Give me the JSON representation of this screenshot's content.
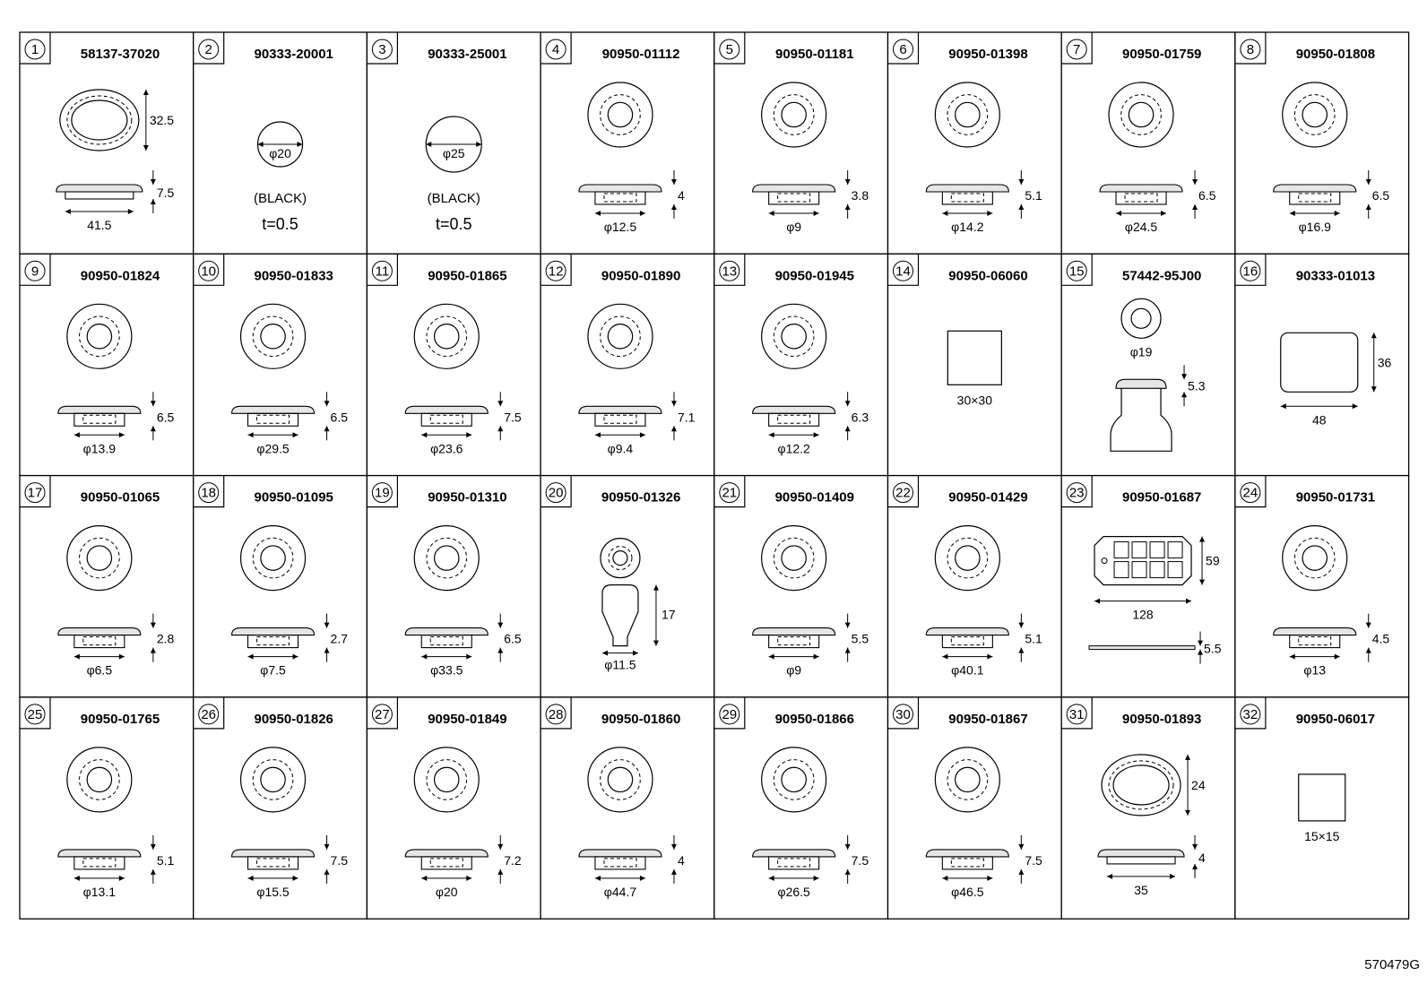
{
  "diagram_code": "570479G",
  "parts": [
    {
      "n": "1",
      "pn": "58137-37020",
      "shape": "oval",
      "labels": [
        "32.5",
        "7.5",
        "41.5"
      ]
    },
    {
      "n": "2",
      "pn": "90333-20001",
      "shape": "disc",
      "labels": [
        "φ20",
        "(BLACK)",
        "t=0.5"
      ]
    },
    {
      "n": "3",
      "pn": "90333-25001",
      "shape": "disc",
      "labels": [
        "φ25",
        "(BLACK)",
        "t=0.5"
      ]
    },
    {
      "n": "4",
      "pn": "90950-01112",
      "shape": "grommet",
      "labels": [
        "4",
        "φ12.5"
      ]
    },
    {
      "n": "5",
      "pn": "90950-01181",
      "shape": "grommet",
      "labels": [
        "3.8",
        "φ9"
      ]
    },
    {
      "n": "6",
      "pn": "90950-01398",
      "shape": "grommet",
      "labels": [
        "5.1",
        "φ14.2"
      ]
    },
    {
      "n": "7",
      "pn": "90950-01759",
      "shape": "grommet",
      "labels": [
        "6.5",
        "φ24.5"
      ]
    },
    {
      "n": "8",
      "pn": "90950-01808",
      "shape": "grommet",
      "labels": [
        "6.5",
        "φ16.9"
      ]
    },
    {
      "n": "9",
      "pn": "90950-01824",
      "shape": "grommet",
      "labels": [
        "6.5",
        "φ13.9"
      ]
    },
    {
      "n": "10",
      "pn": "90950-01833",
      "shape": "grommet",
      "labels": [
        "6.5",
        "φ29.5"
      ]
    },
    {
      "n": "11",
      "pn": "90950-01865",
      "shape": "grommet",
      "labels": [
        "7.5",
        "φ23.6"
      ]
    },
    {
      "n": "12",
      "pn": "90950-01890",
      "shape": "grommet",
      "labels": [
        "7.1",
        "φ9.4"
      ]
    },
    {
      "n": "13",
      "pn": "90950-01945",
      "shape": "grommet",
      "labels": [
        "6.3",
        "φ12.2"
      ]
    },
    {
      "n": "14",
      "pn": "90950-06060",
      "shape": "square",
      "labels": [
        "30×30"
      ]
    },
    {
      "n": "15",
      "pn": "57442-95J00",
      "shape": "plug",
      "labels": [
        "φ19",
        "5.3"
      ]
    },
    {
      "n": "16",
      "pn": "90333-01013",
      "shape": "rect",
      "labels": [
        "36",
        "48"
      ]
    },
    {
      "n": "17",
      "pn": "90950-01065",
      "shape": "grommet",
      "labels": [
        "2.8",
        "φ6.5"
      ]
    },
    {
      "n": "18",
      "pn": "90950-01095",
      "shape": "grommet",
      "labels": [
        "2.7",
        "φ7.5"
      ]
    },
    {
      "n": "19",
      "pn": "90950-01310",
      "shape": "grommet",
      "labels": [
        "6.5",
        "φ33.5"
      ]
    },
    {
      "n": "20",
      "pn": "90950-01326",
      "shape": "pin",
      "labels": [
        "17",
        "φ11.5"
      ]
    },
    {
      "n": "21",
      "pn": "90950-01409",
      "shape": "grommet",
      "labels": [
        "5.5",
        "φ9"
      ]
    },
    {
      "n": "22",
      "pn": "90950-01429",
      "shape": "grommet",
      "labels": [
        "5.1",
        "φ40.1"
      ]
    },
    {
      "n": "23",
      "pn": "90950-01687",
      "shape": "panel",
      "labels": [
        "59",
        "128",
        "5.5"
      ]
    },
    {
      "n": "24",
      "pn": "90950-01731",
      "shape": "grommet",
      "labels": [
        "4.5",
        "φ13"
      ]
    },
    {
      "n": "25",
      "pn": "90950-01765",
      "shape": "grommet",
      "labels": [
        "5.1",
        "φ13.1"
      ]
    },
    {
      "n": "26",
      "pn": "90950-01826",
      "shape": "grommet",
      "labels": [
        "7.5",
        "φ15.5"
      ]
    },
    {
      "n": "27",
      "pn": "90950-01849",
      "shape": "grommet",
      "labels": [
        "7.2",
        "φ20"
      ]
    },
    {
      "n": "28",
      "pn": "90950-01860",
      "shape": "grommet",
      "labels": [
        "4",
        "φ44.7"
      ]
    },
    {
      "n": "29",
      "pn": "90950-01866",
      "shape": "grommet",
      "labels": [
        "7.5",
        "φ26.5"
      ]
    },
    {
      "n": "30",
      "pn": "90950-01867",
      "shape": "grommet",
      "labels": [
        "7.5",
        "φ46.5"
      ]
    },
    {
      "n": "31",
      "pn": "90950-01893",
      "shape": "oval",
      "labels": [
        "24",
        "4",
        "35"
      ]
    },
    {
      "n": "32",
      "pn": "90950-06017",
      "shape": "square",
      "labels": [
        "15×15"
      ]
    }
  ]
}
